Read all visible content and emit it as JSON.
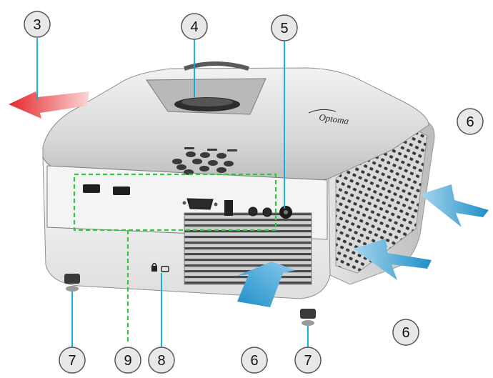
{
  "brand": {
    "logo_text": "Optoma"
  },
  "callouts": [
    {
      "id": "3",
      "label": "3"
    },
    {
      "id": "4",
      "label": "4"
    },
    {
      "id": "5",
      "label": "5"
    },
    {
      "id": "6a",
      "label": "6"
    },
    {
      "id": "6b",
      "label": "6"
    },
    {
      "id": "6c",
      "label": "6"
    },
    {
      "id": "7a",
      "label": "7"
    },
    {
      "id": "7b",
      "label": "7"
    },
    {
      "id": "8",
      "label": "8"
    },
    {
      "id": "9",
      "label": "9"
    }
  ],
  "colors": {
    "leader_line": "#00aee0",
    "airflow_arrow": "#1f8fc8",
    "exhaust_arrow": "#e3272b",
    "io_panel_outline": "#2fc93a",
    "callout_fill": "#e8e8e8",
    "callout_stroke": "#555555"
  },
  "icons": [
    "lock-icon",
    "hdmi-port-icon",
    "vga-port-icon",
    "usb-port-icon",
    "audio-jack-icon",
    "power-jack-icon"
  ]
}
